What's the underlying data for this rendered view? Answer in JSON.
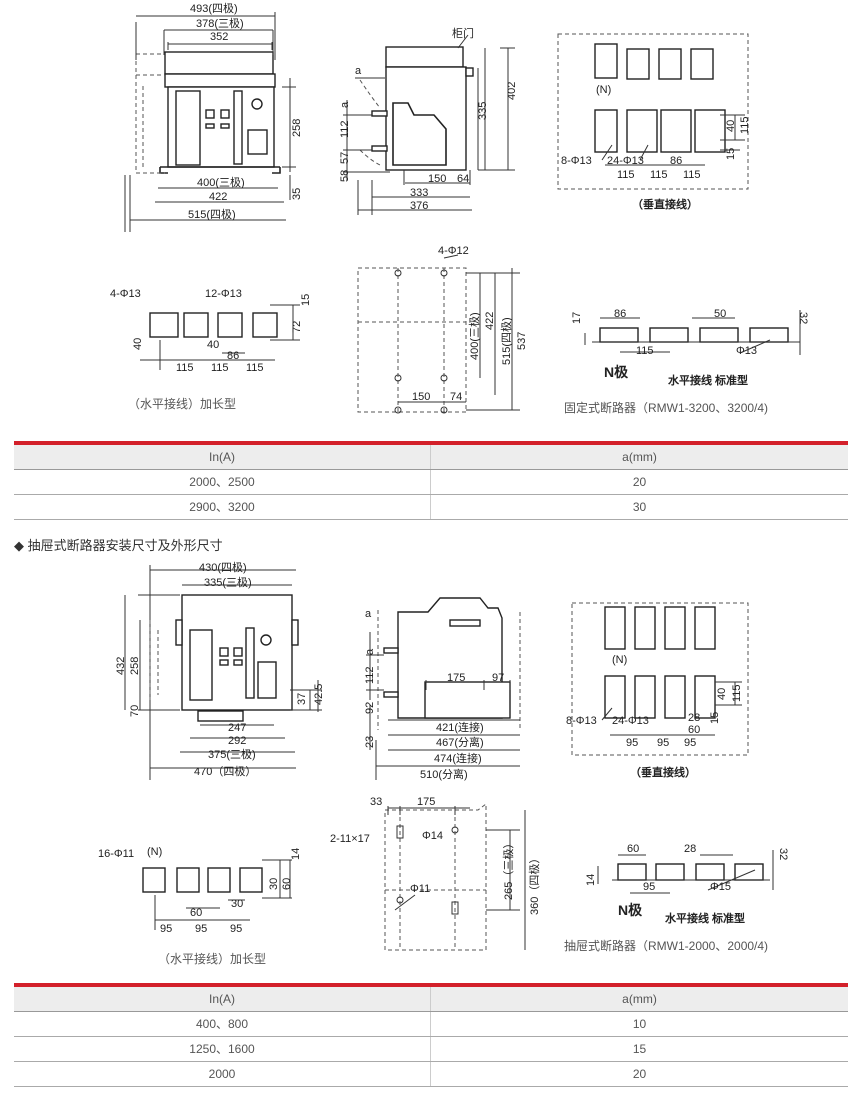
{
  "fixed": {
    "front": [
      "493(四极)",
      "378(三极)",
      "352",
      "258",
      "400(三极)",
      "422",
      "35",
      "515(四极)"
    ],
    "side": [
      "柜门",
      "a",
      "a",
      "335",
      "402",
      "112",
      "57",
      "58",
      "150",
      "64",
      "333",
      "376"
    ],
    "vertical": [
      "(N)",
      "40",
      "115",
      "15",
      "8-Φ13",
      "24-Φ13",
      "86",
      "115",
      "115",
      "115",
      "（垂直接线）"
    ],
    "horizontal_long": [
      "4-Φ13",
      "12-Φ13",
      "15",
      "72",
      "40",
      "40",
      "86",
      "115",
      "115",
      "115",
      "（水平接线）加长型"
    ],
    "mounting": [
      "4-Φ12",
      "400(三极)",
      "422",
      "515(四极)",
      "537",
      "150",
      "74"
    ],
    "horizontal_std": [
      "17",
      "86",
      "50",
      "32",
      "115",
      "Φ13",
      "N极",
      "水平接线 标准型"
    ],
    "caption": "固定式断路器（RMW1-3200、3200/4)"
  },
  "table1": {
    "headers": [
      "In(A)",
      "a(mm)"
    ],
    "rows": [
      [
        "2000、2500",
        "20"
      ],
      [
        "2900、3200",
        "30"
      ]
    ]
  },
  "section_title": "◆ 抽屉式断路器安装尺寸及外形尺寸",
  "drawout": {
    "front": [
      "430(四极)",
      "335(三极)",
      "432",
      "258",
      "70",
      "37",
      "42.5",
      "247",
      "292",
      "375(三极)",
      "470（四极）"
    ],
    "side": [
      "a",
      "a",
      "112",
      "175",
      "97",
      "92",
      "23",
      "421(连接)",
      "467(分离)",
      "474(连接)",
      "510(分离)"
    ],
    "vertical": [
      "(N)",
      "8-Φ13",
      "24-Φ13",
      "28",
      "60",
      "40",
      "115",
      "15",
      "95",
      "95",
      "95",
      "（垂直接线）"
    ],
    "horizontal_long": [
      "16-Φ11",
      "(N)",
      "14",
      "30",
      "60",
      "60",
      "30",
      "95",
      "95",
      "95",
      "（水平接线）加长型"
    ],
    "mounting": [
      "33",
      "175",
      "2-11×17",
      "Φ14",
      "265（三极）",
      "360（四极）",
      "Φ11"
    ],
    "horizontal_std": [
      "60",
      "28",
      "32",
      "14",
      "95",
      "Φ15",
      "N极",
      "水平接线 标准型"
    ],
    "caption": "抽屉式断路器（RMW1-2000、2000/4)"
  },
  "table2": {
    "headers": [
      "In(A)",
      "a(mm)"
    ],
    "rows": [
      [
        "400、800",
        "10"
      ],
      [
        "1250、1600",
        "15"
      ],
      [
        "2000",
        "20"
      ]
    ]
  }
}
